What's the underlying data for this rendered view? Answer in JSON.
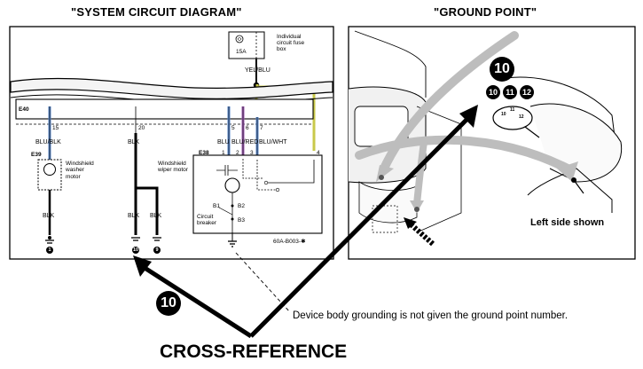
{
  "headers": {
    "left": "\"SYSTEM CIRCUIT DIAGRAM\"",
    "right": "\"GROUND POINT\""
  },
  "circuit": {
    "fuse_box_label": "Individual circuit fuse box",
    "fuse_rating": "15A",
    "feed_wire": "YEL/BLU",
    "connectors": {
      "washer_top": "E40",
      "washer_motor": "E39",
      "wiper_motor": "E38"
    },
    "pins": [
      "15",
      "20",
      "5",
      "6",
      "7",
      "4",
      "1",
      "2",
      "3"
    ],
    "wires": {
      "blu_blk": "BLU/BLK",
      "blk": "BLK",
      "blu": "BLU",
      "blu_red": "BLU/RED",
      "blu_wht": "BLU/WHT"
    },
    "components": {
      "washer_motor": "Windshield washer motor",
      "wiper_motor": "Windshield wiper motor",
      "circuit_breaker": "Circuit breaker"
    },
    "breaker_labels": [
      "B1",
      "B2",
      "B3"
    ],
    "ground_numbers": [
      "1",
      "10",
      "9"
    ],
    "diagram_code": "60A-B003-✱"
  },
  "ground_point": {
    "number": "10",
    "group_numbers": [
      "10",
      "11",
      "12"
    ],
    "bolt_numbers": [
      "10",
      "11",
      "12"
    ],
    "caption": "Left side shown"
  },
  "annotations": {
    "crossref_number": "10",
    "note": "Device body grounding is not given the ground point number.",
    "title": "CROSS-REFERENCE"
  }
}
